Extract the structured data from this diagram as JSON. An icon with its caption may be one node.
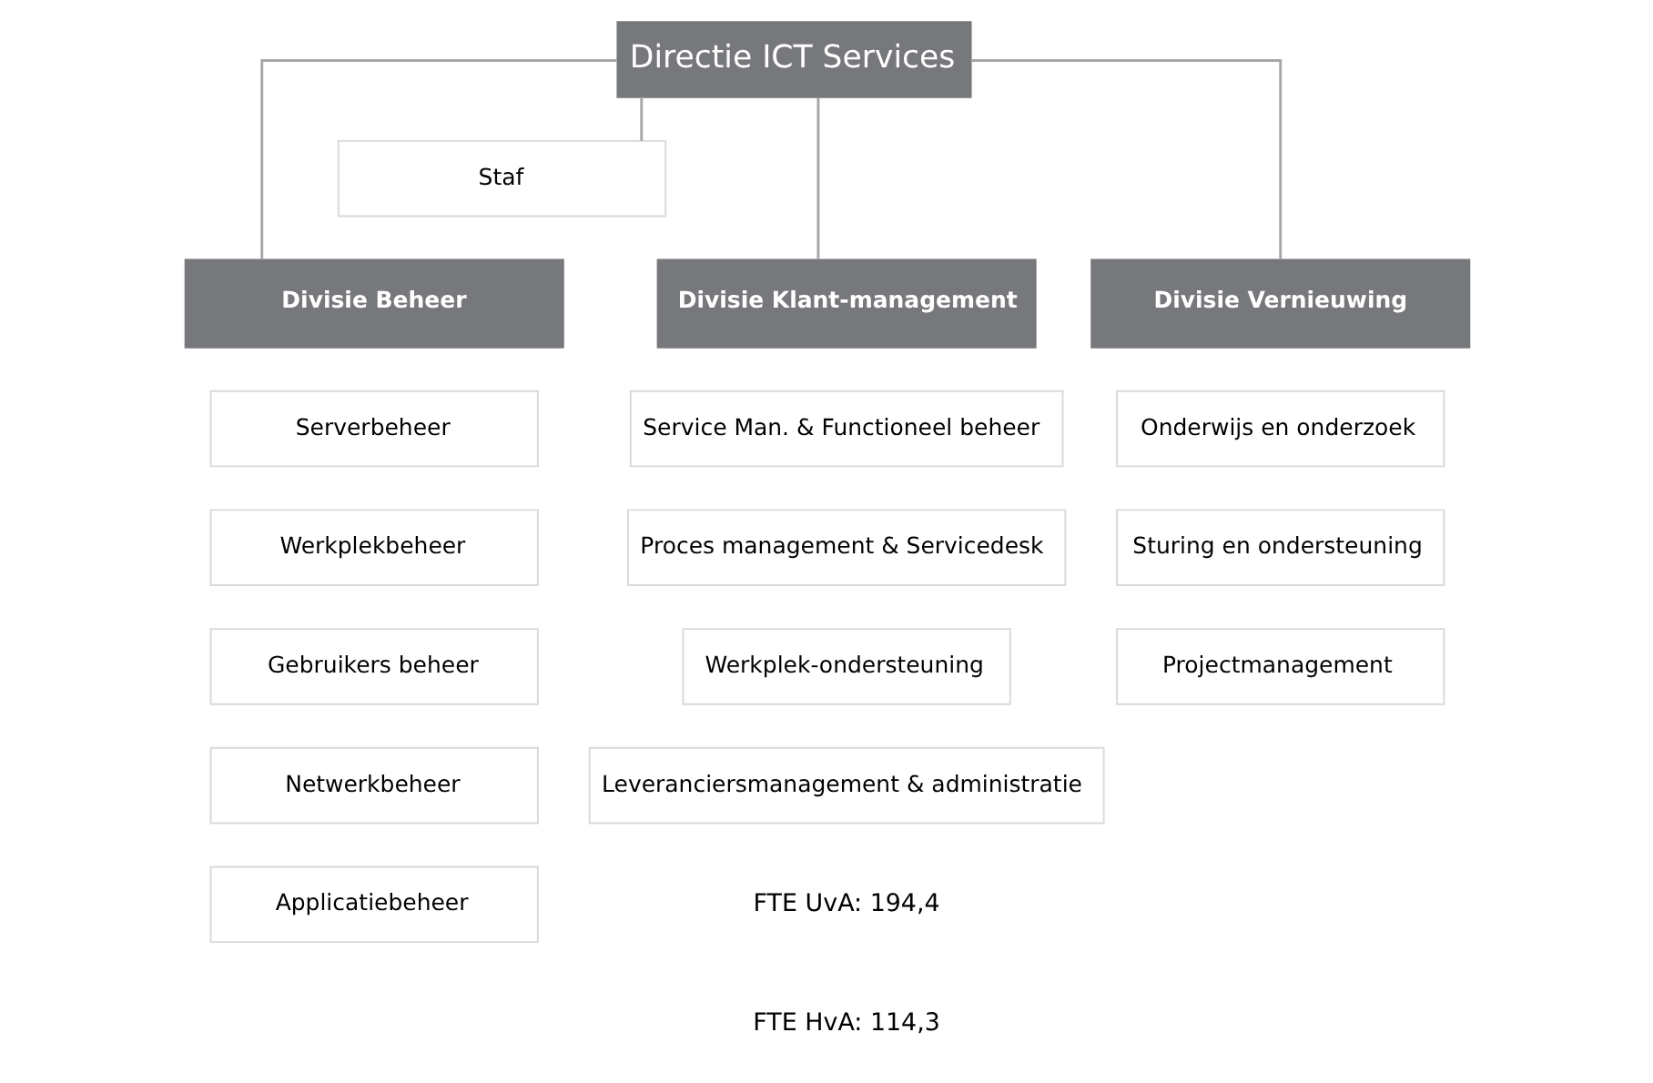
{
  "diagram": {
    "nodes": [
      {
        "text": [
          "Directie ICT Services"
        ]
      },
      {
        "text": [
          "Staf"
        ]
      },
      {
        "text": [
          "Divisie Beheer"
        ]
      },
      {
        "text": [
          "Divisie Klant-management"
        ]
      },
      {
        "text": [
          "Divisie Vernieuwing"
        ]
      },
      {
        "text": [
          "Serverbeheer"
        ]
      },
      {
        "text": [
          "Werkplekbeheer"
        ]
      },
      {
        "text": [
          "Gebruikers beheer"
        ]
      },
      {
        "text": [
          "Netwerkbeheer"
        ]
      },
      {
        "text": [
          "Applicatiebeheer"
        ]
      },
      {
        "text": [
          "Service Man. & Functioneel beheer"
        ]
      },
      {
        "text": [
          "Proces management & Servicedesk"
        ]
      },
      {
        "text": [
          "Werkplek-ondersteuning"
        ]
      },
      {
        "text": [
          "Leveranciersmanagement & administratie"
        ]
      },
      {
        "text": [
          "Onderwijs en onderzoek"
        ]
      },
      {
        "text": [
          "Sturing en ondersteuning"
        ]
      },
      {
        "text": [
          "Projectmanagement"
        ]
      }
    ],
    "edges": [
      {
        "from": 0,
        "to": 1,
        "arrow": "none"
      },
      {
        "from": 0,
        "to": 2,
        "arrow": "none"
      },
      {
        "from": 0,
        "to": 3,
        "arrow": "none"
      },
      {
        "from": 0,
        "to": 4,
        "arrow": "none"
      }
    ],
    "labels": [
      "FTE UvA: 194,4",
      "FTE HvA: 114,3"
    ]
  }
}
